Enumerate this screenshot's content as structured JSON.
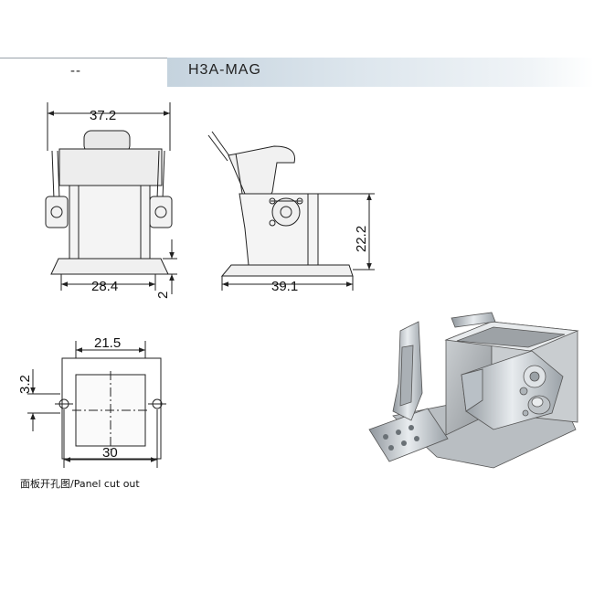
{
  "header": {
    "left_marker": "--",
    "model": "H3A-MAG"
  },
  "dimensions": {
    "front_width": "37.2",
    "base_width": "28.4",
    "base_thickness": "2",
    "side_height": "22.2",
    "side_base_length": "39.1",
    "cutout_width": "21.5",
    "cutout_offset": "3.2",
    "hole_spacing": "30"
  },
  "caption": "面板开孔图/Panel cut out",
  "colors": {
    "line": "#222222",
    "housing_gray": "#a9adb0",
    "header_bar": "#c5d3de",
    "metal": "#c9ced2"
  }
}
